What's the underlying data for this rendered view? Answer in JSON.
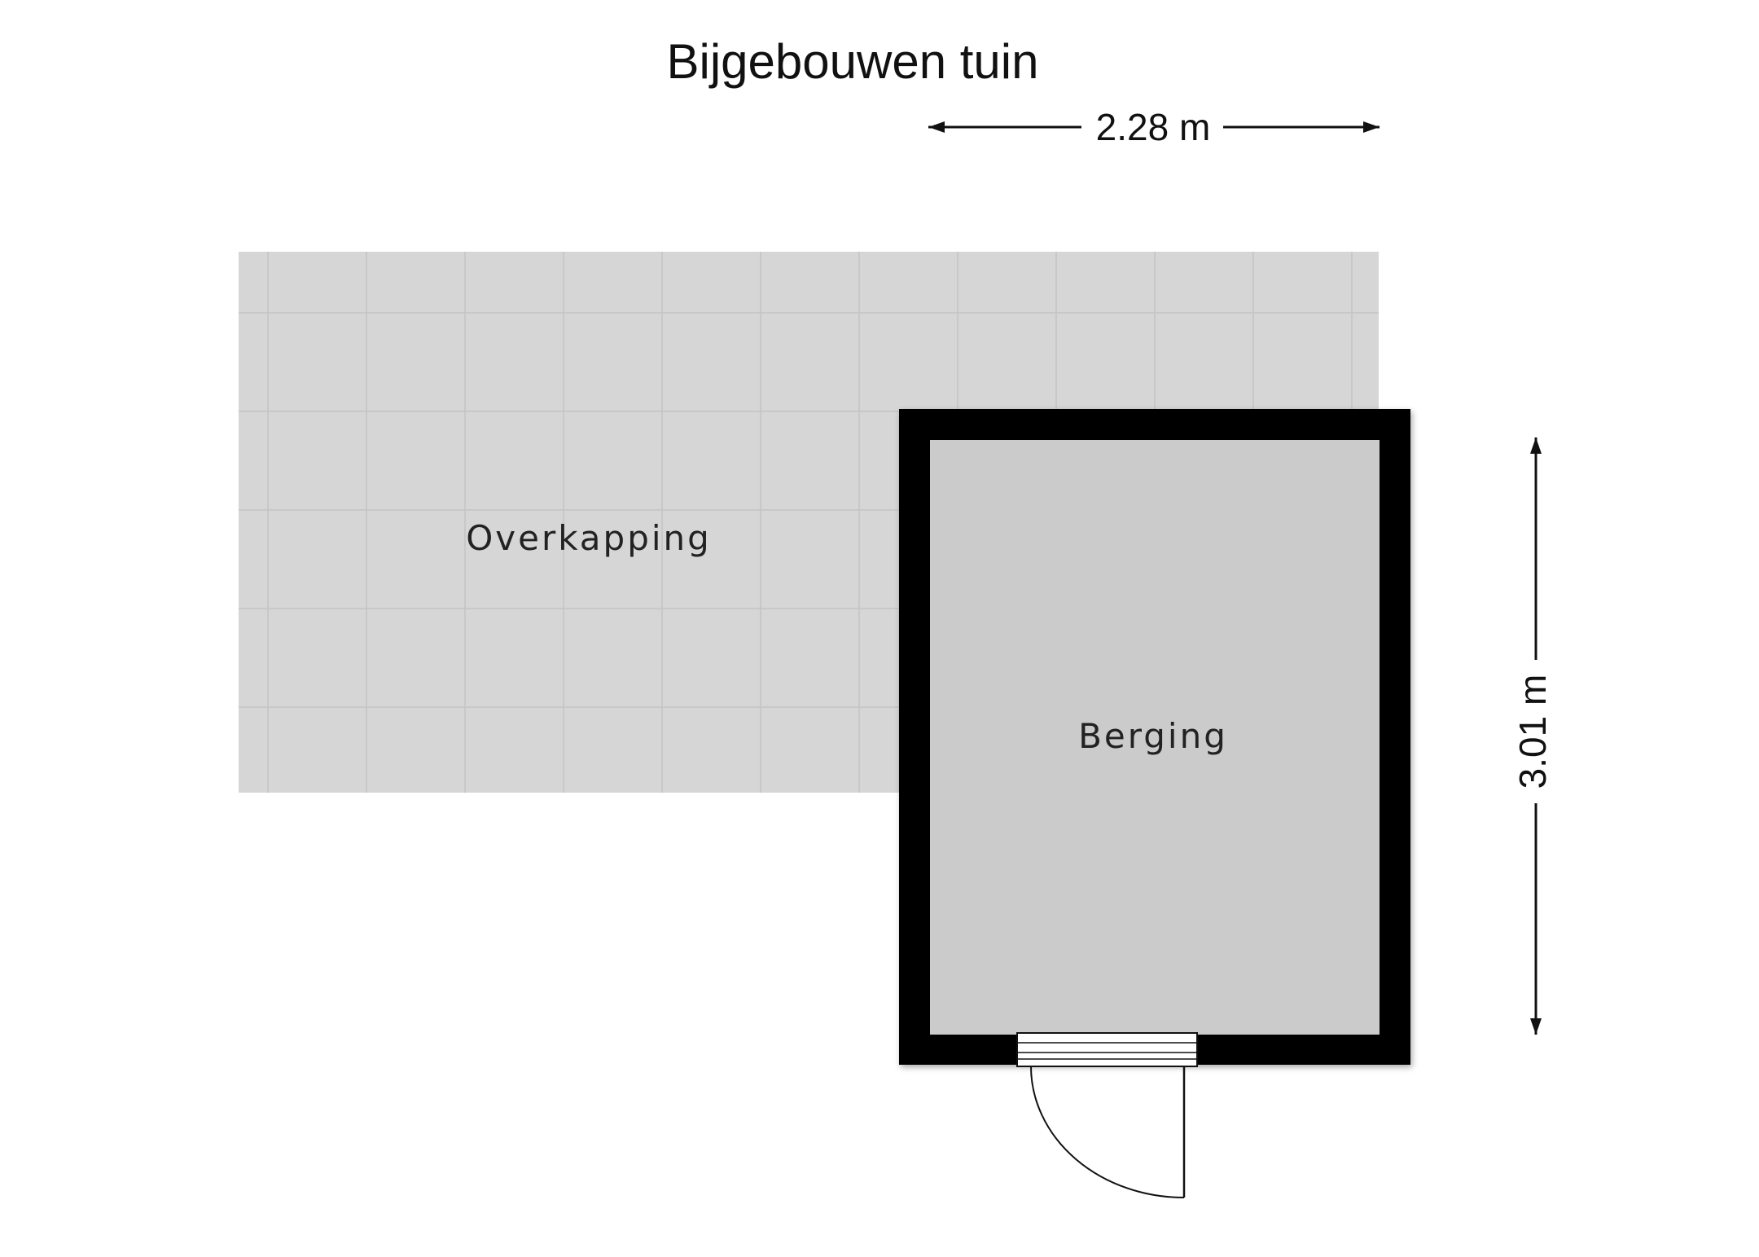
{
  "title": "Bijgebouwen tuin",
  "dimensions": {
    "width_label": "2.28 m",
    "height_label": "3.01 m"
  },
  "rooms": {
    "covered_area": "Overkapping",
    "storage": "Berging"
  },
  "colors": {
    "background": "#ffffff",
    "covered_fill": "#d6d6d6",
    "room_fill": "#cbcbcb",
    "wall": "#000000",
    "text": "#111111"
  }
}
